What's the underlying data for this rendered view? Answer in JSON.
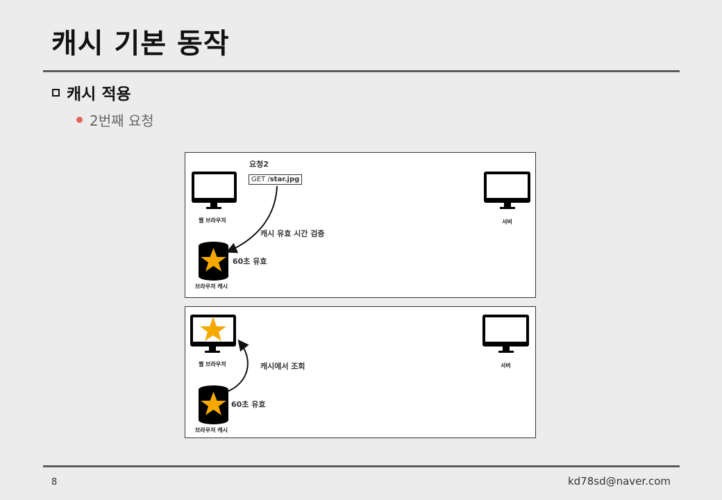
{
  "slide": {
    "title": "캐시 기본 동작",
    "section": "캐시 적용",
    "bullet": "2번째 요청",
    "page_number": "8",
    "email": "kd78sd@naver.com"
  },
  "panel1": {
    "request_label": "요청2",
    "request_line_prefix": "GET /",
    "request_line_file": "star.jpg",
    "browser_label": "웹 브라우저",
    "server_label": "서버",
    "arrow_label": "캐시 유효 시간 검증",
    "validity_label": "60초 유효",
    "cache_label": "브라우저 캐시"
  },
  "panel2": {
    "browser_label": "웹 브라우저",
    "server_label": "서버",
    "arrow_label": "캐시에서 조회",
    "validity_label": "60초 유효",
    "cache_label": "브라우저 캐시"
  },
  "colors": {
    "star": "#f5a800",
    "bullet_dot": "#e2655a"
  }
}
